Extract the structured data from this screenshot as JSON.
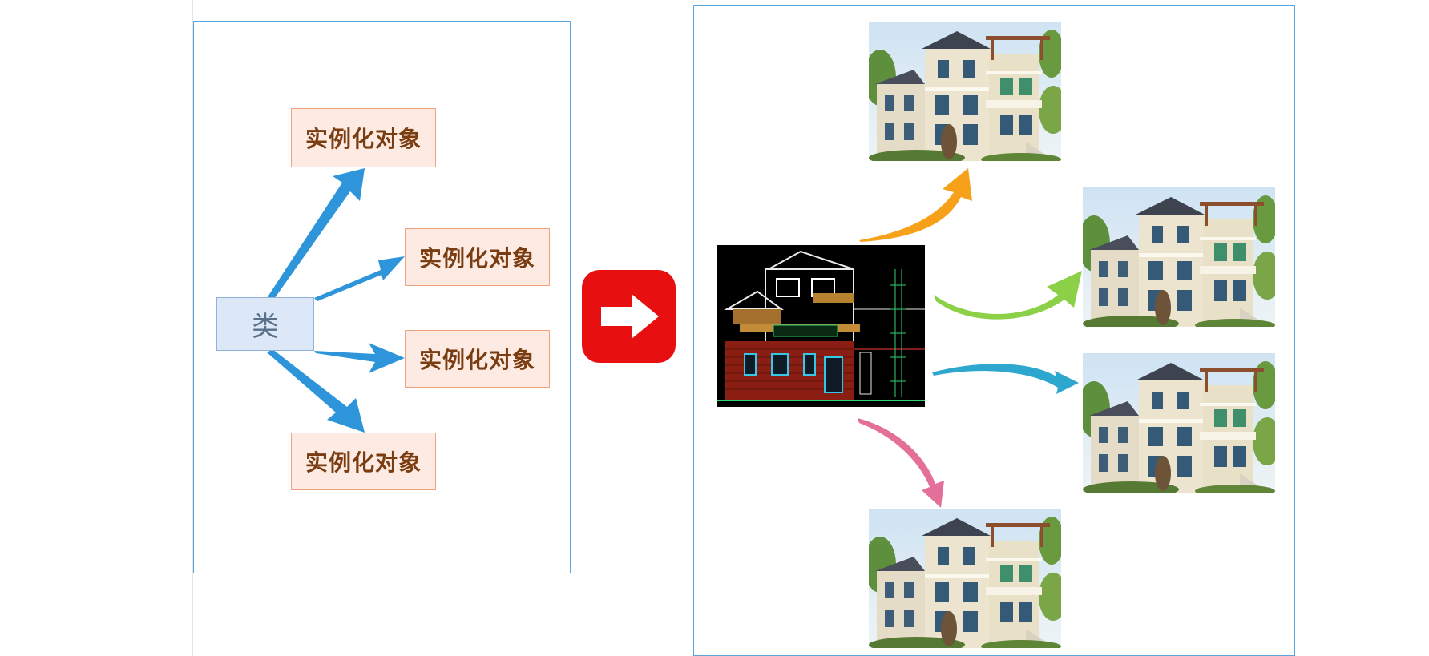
{
  "diagram": {
    "class_label": "类",
    "object_labels": [
      "实例化对象",
      "实例化对象",
      "实例化对象",
      "实例化对象"
    ]
  },
  "colors": {
    "frame_border": "#5aa6dc",
    "arrow_blue": "#2f95db",
    "convert_arrow_bg": "#e80f10",
    "arrow_orange": "#f7a11a",
    "arrow_green": "#8bd046",
    "arrow_teal": "#2ea7cf",
    "arrow_pink": "#e4709a"
  },
  "icons": {
    "convert": "right-arrow-icon",
    "blueprint": "house-blueprint-image",
    "house": "house-photo-image"
  }
}
